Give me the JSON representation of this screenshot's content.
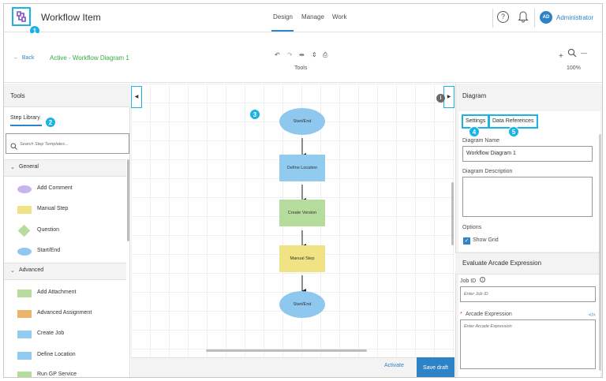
{
  "header": {
    "app_title": "Workflow Item",
    "nav": [
      "Design",
      "Manage",
      "Work"
    ],
    "help_icon": "?",
    "user_initials": "AD",
    "user_name": "Administrator"
  },
  "badges": [
    "1",
    "2",
    "3",
    "4",
    "5"
  ],
  "toolbar": {
    "back_label": "Back",
    "diagram_title": "Active - Workflow Diagram 1",
    "tools_label": "Tools",
    "zoom_in": "+",
    "zoom_out": "—",
    "zoom_level": "100%"
  },
  "left_panel": {
    "title": "Tools",
    "tab": "Step Library",
    "search_placeholder": "Search Step Templates...",
    "groups": [
      {
        "label": "General",
        "items": [
          "Add Comment",
          "Manual Step",
          "Question",
          "Start/End"
        ]
      },
      {
        "label": "Advanced",
        "items": [
          "Add Attachment",
          "Advanced Assignment",
          "Create Job",
          "Define Location",
          "Run GP Service"
        ]
      }
    ]
  },
  "canvas": {
    "nodes": [
      "Start/End",
      "Define Location",
      "Create Version",
      "Manual Step",
      "Start/End"
    ]
  },
  "footer": {
    "activate": "Activate",
    "save": "Save draft"
  },
  "right_panel": {
    "title": "Diagram",
    "tabs": [
      "Settings",
      "Data References"
    ],
    "name_label": "Diagram Name",
    "name_value": "Workflow Diagram 1",
    "desc_label": "Diagram Description",
    "options_label": "Options",
    "show_grid_label": "Show Grid",
    "show_grid_checked": true,
    "arcade_title": "Evaluate Arcade Expression",
    "job_id_label": "Job ID",
    "job_id_placeholder": "Enter Job ID",
    "expr_label": "Arcade Expression",
    "expr_placeholder": "Enter Arcade Expression",
    "required_mark": "*",
    "code_icon": "</>"
  },
  "colors": {
    "accent": "#2d83c6",
    "highlight": "#1ab3e6",
    "ellipse": "#8fc8ee",
    "rect_blue": "#91cbef",
    "rect_green": "#b5dc9d",
    "rect_yellow": "#f0e383",
    "comment_purple": "#c9b4ec",
    "orange": "#eab56b"
  }
}
